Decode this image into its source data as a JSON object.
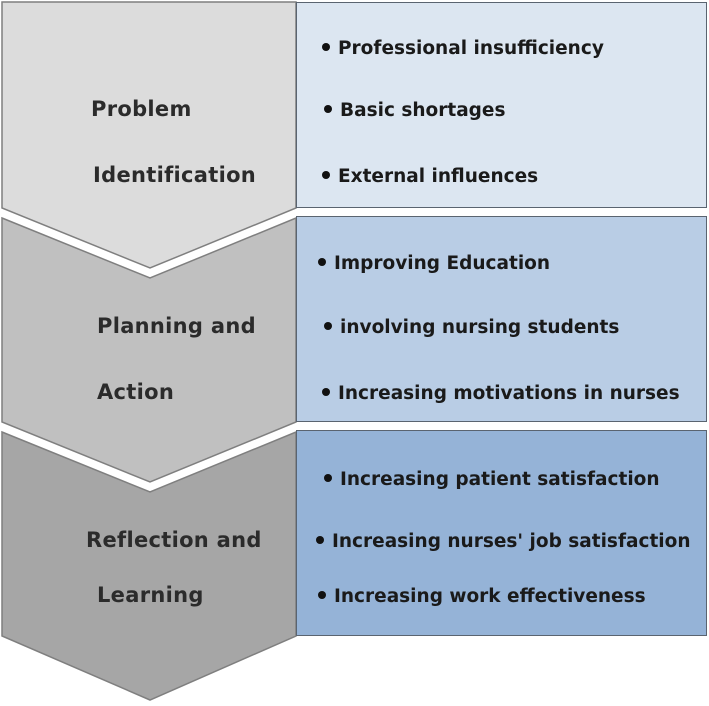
{
  "phases": [
    {
      "label_lines": [
        "Problem",
        "Identification"
      ],
      "chevron_color": "#dcdcdc",
      "box_color": "#dce6f1",
      "items": [
        "Professional insufficiency",
        "Basic shortages",
        "External influences"
      ]
    },
    {
      "label_lines": [
        "Planning and",
        "Action"
      ],
      "chevron_color": "#c0c0c0",
      "box_color": "#b9cde5",
      "items": [
        "Improving Education",
        "involving nursing students",
        "Increasing motivations in nurses"
      ]
    },
    {
      "label_lines": [
        "Reflection and",
        "Learning"
      ],
      "chevron_color": "#a6a6a6",
      "box_color": "#95b3d7",
      "items": [
        "Increasing patient satisfaction",
        "Increasing nurses' job satisfaction",
        "Increasing work effectiveness"
      ]
    }
  ]
}
